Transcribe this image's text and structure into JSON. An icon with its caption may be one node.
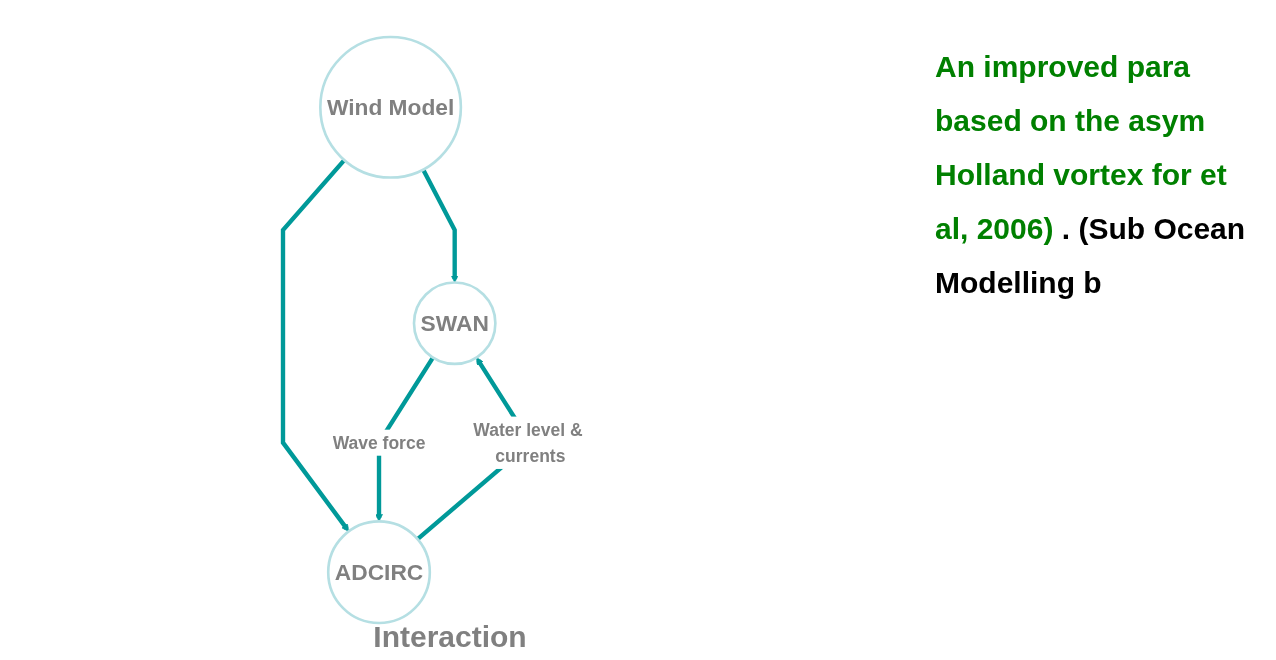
{
  "diagram": {
    "nodes": [
      {
        "text": [
          "Wind Model"
        ]
      },
      {
        "text": [
          "SWAN"
        ]
      },
      {
        "text": [
          "ADCIRC"
        ]
      }
    ],
    "edges": [
      {
        "from": 0,
        "to": 1,
        "arrow": "to"
      },
      {
        "from": 0,
        "to": 2,
        "arrow": "to"
      },
      {
        "from": 1,
        "to": 2,
        "arrow": "to",
        "label": "Wave force"
      },
      {
        "from": 2,
        "to": 1,
        "arrow": "to",
        "label": "Water level & currents"
      }
    ],
    "labels": [
      "Interaction",
      "An improved para based on the asym Holland vortex for et al, 2006)",
      ". (Sub Ocean Modelling b"
    ]
  }
}
